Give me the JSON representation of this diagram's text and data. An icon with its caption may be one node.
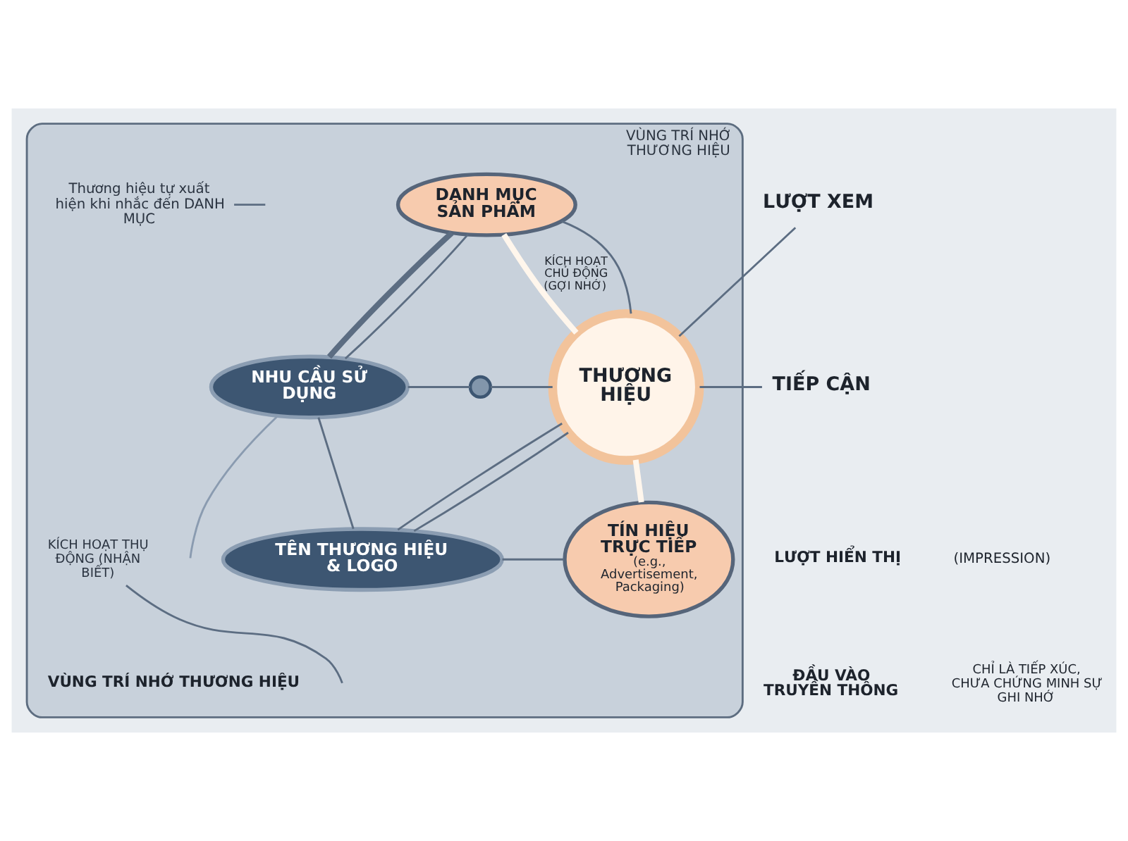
{
  "diagram": {
    "nodes": [
      {
        "text": [
          "VÙNG TRÍ NHỚ THƯƠNG HIỆU"
        ],
        "beside": [
          "VÙNG TRÍ NHỚ THƯƠNG HIỆU"
        ]
      },
      {
        "text": [
          "DANH MỤC SẢN PHẨM"
        ],
        "in": 0
      },
      {
        "text": [
          "Thương hiệu tự xuất hiện khi nhắc đến DANH MỤC"
        ],
        "in": 0
      },
      {
        "text": [
          "LƯỢT XEM"
        ]
      },
      {
        "text": [
          "NHU CẦU SỬ DỤNG"
        ],
        "in": 0
      },
      {
        "text": [],
        "shape": "circle",
        "in": 0
      },
      {
        "text": [
          "THƯƠNG HIỆU"
        ],
        "in": 0
      },
      {
        "text": [
          "TIẾP CẬN"
        ]
      },
      {
        "text": [
          "KÍCH HOẠT THỤ ĐỘNG (NHẬN BIẾT)"
        ],
        "in": 0
      },
      {
        "text": [
          "TÍN HIỆU TRỰC TIẾP",
          "(e.g., Advertisement, Packaging)"
        ],
        "in": 0
      },
      {
        "text": [
          "TÊN THƯƠNG HIỆU & LOGO"
        ],
        "in": 0
      }
    ],
    "edges": [
      {
        "from": 1,
        "to": 6,
        "arrow": "none",
        "label": "KÍCH HOẠT CHỦ ĐỘNG (GỢI NHỚ)",
        "style": "thick",
        "color": "#fff6ec"
      },
      {
        "from": 1,
        "to": 6,
        "arrow": "none"
      },
      {
        "from": 1,
        "to": 4,
        "arrow": "none",
        "style": "thick"
      },
      {
        "from": 1,
        "to": 4,
        "arrow": "none"
      },
      {
        "from": 2,
        "to": null,
        "arrow": "none"
      },
      {
        "from": 4,
        "to": 5,
        "arrow": "none"
      },
      {
        "from": 5,
        "to": 6,
        "arrow": "none"
      },
      {
        "from": 4,
        "to": 10,
        "arrow": "none"
      },
      {
        "from": 4,
        "to": null,
        "arrow": "none",
        "color": "#8a9bb0"
      },
      {
        "from": 6,
        "to": 3,
        "arrow": "none"
      },
      {
        "from": 6,
        "to": 7,
        "arrow": "none"
      },
      {
        "from": 6,
        "to": 9,
        "arrow": "none",
        "style": "thick",
        "color": "#fff6ec"
      },
      {
        "from": 8,
        "to": null,
        "arrow": "none"
      },
      {
        "from": 10,
        "to": 6,
        "arrow": "none"
      },
      {
        "from": 10,
        "to": 6,
        "arrow": "none"
      },
      {
        "from": 10,
        "to": 9,
        "arrow": "none"
      }
    ],
    "labels": [
      "LƯỢT HIỂN THỊ",
      "(IMPRESSION)",
      "ĐẦU VÀO TRUYỀN THÔNG",
      "CHỈ LÀ TIẾP XÚC, CHƯA CHỨNG MINH SỰ GHI NHỚ"
    ]
  }
}
